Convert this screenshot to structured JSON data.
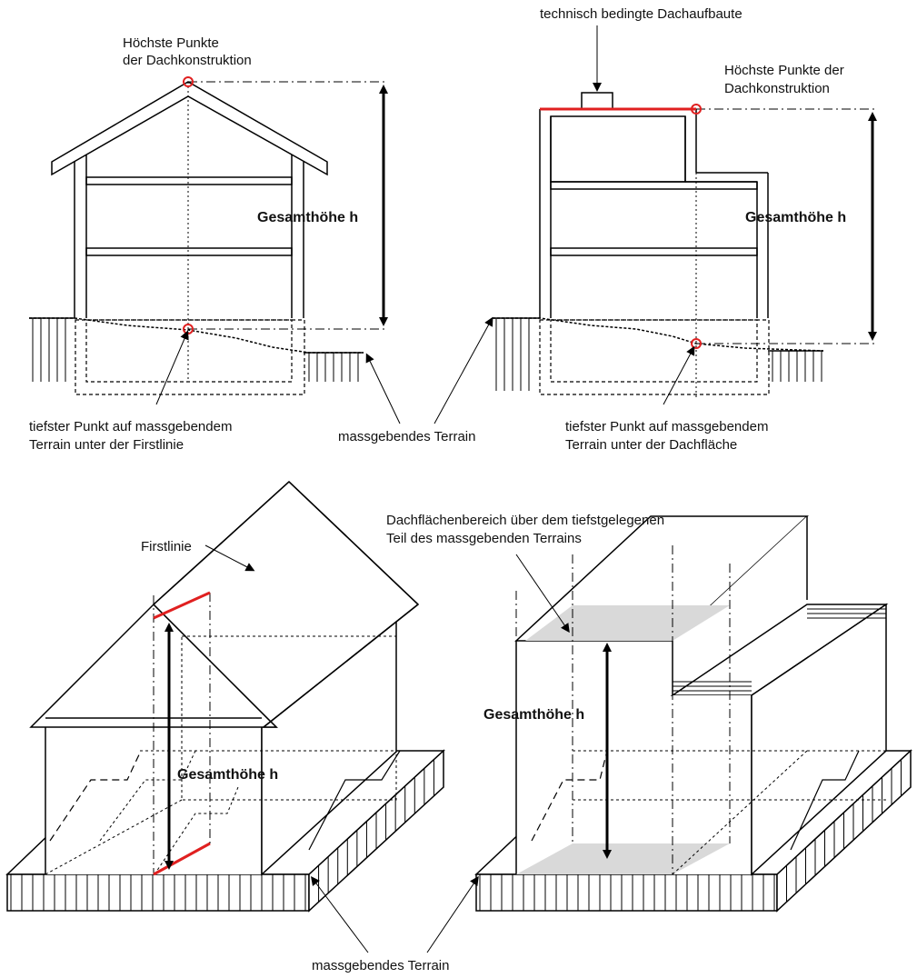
{
  "colors": {
    "line": "#000000",
    "highlight": "#e02020",
    "shade": "#d9d9d9"
  },
  "top_left": {
    "highest_points_line1": "Höchste Punkte",
    "highest_points_line2": "der Dachkonstruktion",
    "total_height": "Gesamthöhe h",
    "lowest_point_line1": "tiefster Punkt auf massgebendem",
    "lowest_point_line2": "Terrain unter der Firstlinie"
  },
  "top_middle": {
    "terrain": "massgebendes Terrain"
  },
  "top_right": {
    "technical_structure": "technisch bedingte Dachaufbaute",
    "highest_points_line1": "Höchste Punkte der",
    "highest_points_line2": "Dachkonstruktion",
    "total_height": "Gesamthöhe h",
    "lowest_point_line1": "tiefster Punkt auf massgebendem",
    "lowest_point_line2": "Terrain unter der Dachfläche"
  },
  "bottom_left": {
    "ridge_line": "Firstlinie",
    "total_height": "Gesamthöhe h"
  },
  "bottom_right": {
    "roof_area_line1": "Dachflächenbereich über dem tiefstgelegenen",
    "roof_area_line2": "Teil des massgebenden Terrains",
    "total_height": "Gesamthöhe h"
  },
  "bottom_center": {
    "terrain": "massgebendes Terrain"
  }
}
